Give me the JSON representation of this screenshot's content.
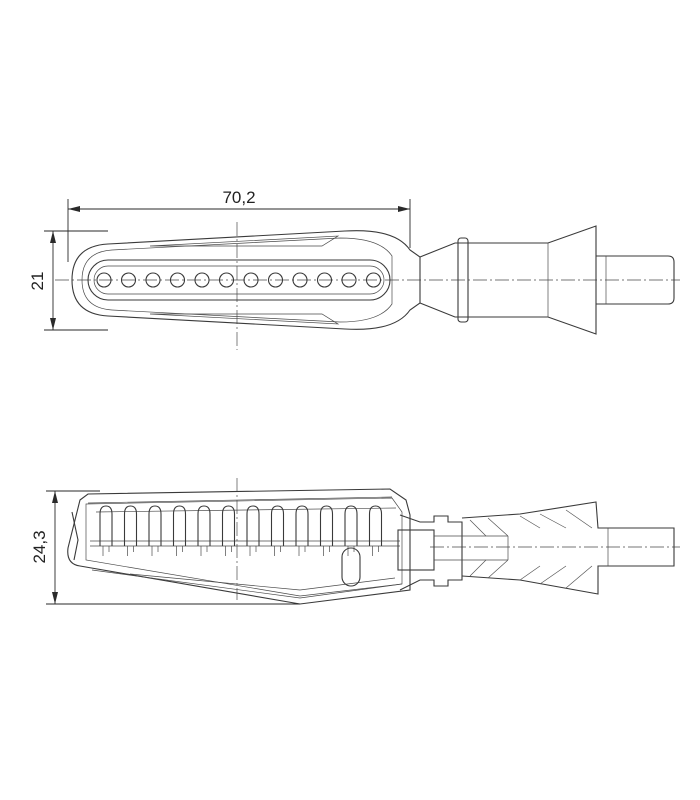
{
  "dimensions": {
    "length": "70,2",
    "width": "21",
    "height": "24,3"
  },
  "views": {
    "top": {
      "led_count": 12
    },
    "side": {
      "led_count": 12
    }
  },
  "colors": {
    "line": "#3a3a3a",
    "background": "#ffffff"
  }
}
